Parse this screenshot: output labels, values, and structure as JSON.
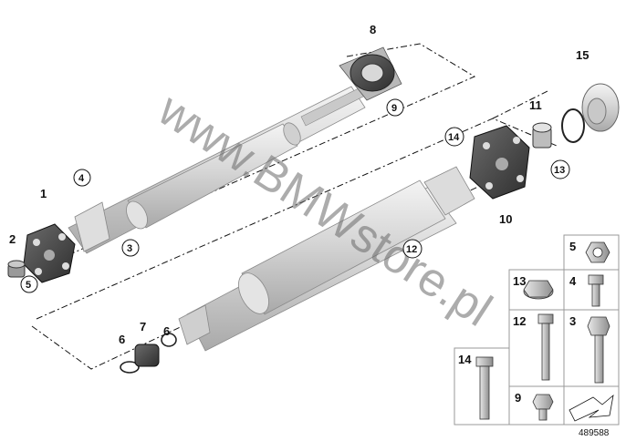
{
  "watermark": "www.BMWstore.pl",
  "diagram_number": "489588",
  "callouts": {
    "c1": "1",
    "c2": "2",
    "c3": "3",
    "c4": "4",
    "c5": "5",
    "c6a": "6",
    "c6b": "6",
    "c7": "7",
    "c8": "8",
    "c9": "9",
    "c10": "10",
    "c11": "11",
    "c12": "12",
    "c13": "13",
    "c14": "14",
    "c15": "15"
  },
  "legend": {
    "cells": {
      "l5": "5",
      "l13": "13",
      "l4": "4",
      "l12": "12",
      "l3": "3",
      "l14": "14",
      "l9": "9"
    }
  }
}
